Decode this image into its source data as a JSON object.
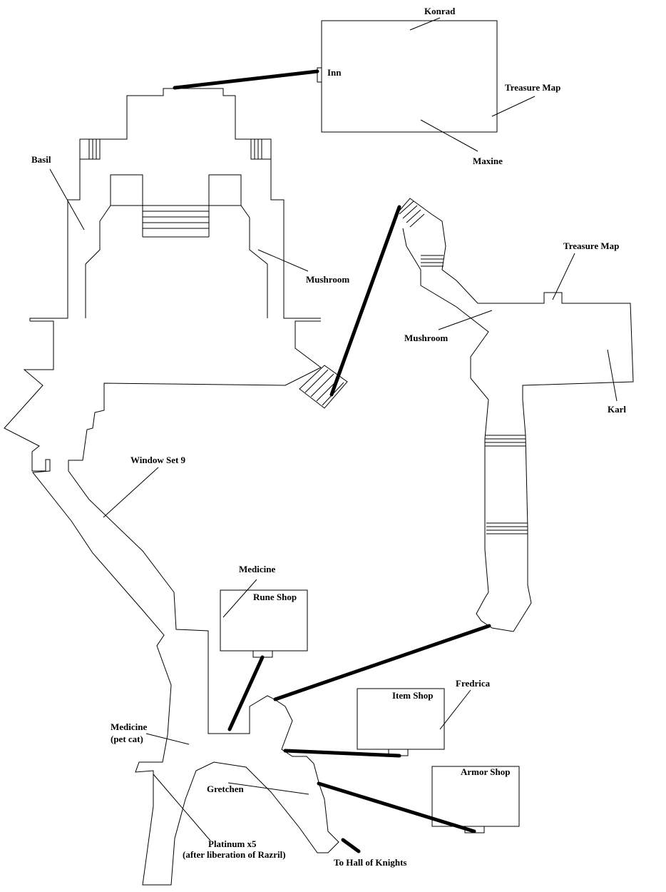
{
  "labels": {
    "konrad": "Konrad",
    "inn": "Inn",
    "treasure_map_1": "Treasure Map",
    "maxine": "Maxine",
    "basil": "Basil",
    "mushroom_1": "Mushroom",
    "treasure_map_2": "Treasure Map",
    "mushroom_2": "Mushroom",
    "karl": "Karl",
    "window_set": "Window Set 9",
    "medicine_1": "Medicine",
    "rune_shop": "Rune Shop",
    "fredrica": "Fredrica",
    "item_shop": "Item Shop",
    "medicine_2_line1": "Medicine",
    "medicine_2_line2": "(pet cat)",
    "armor_shop": "Armor Shop",
    "gretchen": "Gretchen",
    "platinum_line1": "Platinum x5",
    "platinum_line2": "(after liberation of Razril)",
    "hall_of_knights": "To Hall of Knights"
  }
}
